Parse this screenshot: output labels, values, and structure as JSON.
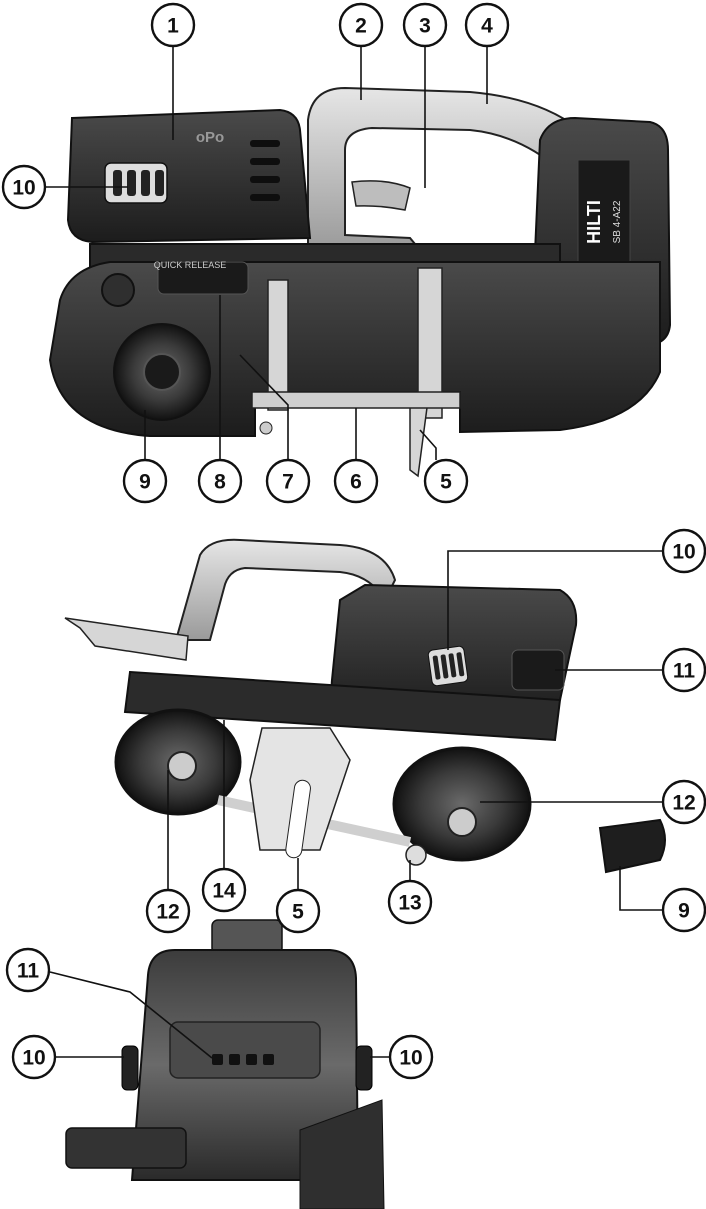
{
  "views": [
    {
      "name": "side-view",
      "tool_labels": {
        "brand": "HILTI",
        "model": "SB 4-A22",
        "release": "QUICK RELEASE"
      },
      "callouts": [
        "1",
        "2",
        "3",
        "4",
        "10",
        "9",
        "8",
        "7",
        "6",
        "5"
      ]
    },
    {
      "name": "underside-view",
      "tool_labels": {
        "brand": ""
      },
      "callouts": [
        "10",
        "11",
        "12",
        "12",
        "14",
        "5",
        "13",
        "9"
      ]
    },
    {
      "name": "rear-view",
      "tool_labels": {},
      "callouts": [
        "11",
        "10",
        "10"
      ]
    }
  ],
  "colors": {
    "body": "#2b2b2b",
    "body_dark": "#161616",
    "handle": "#c9c9c9",
    "metal": "#d6d6d6",
    "accent": "#ffffff"
  }
}
